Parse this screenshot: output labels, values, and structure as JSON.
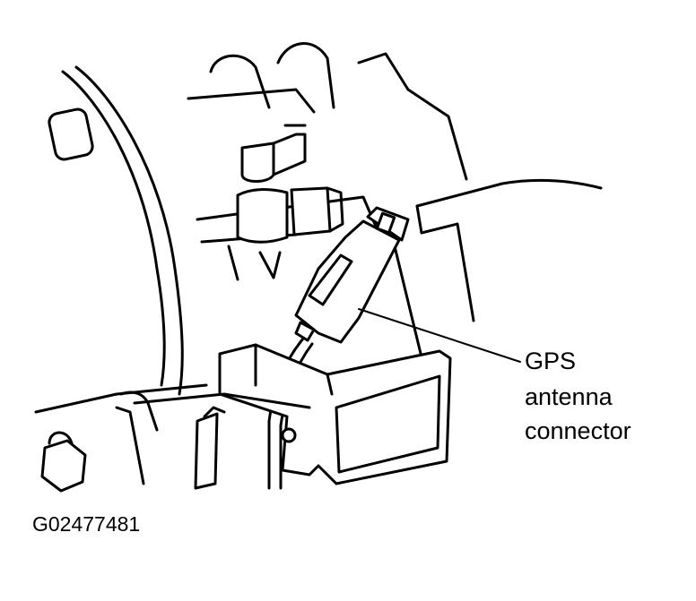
{
  "callout": {
    "lines": [
      "GPS",
      "antenna",
      "connector"
    ]
  },
  "figure_id": "G02477481",
  "colors": {
    "line": "#000000",
    "background": "#ffffff"
  }
}
